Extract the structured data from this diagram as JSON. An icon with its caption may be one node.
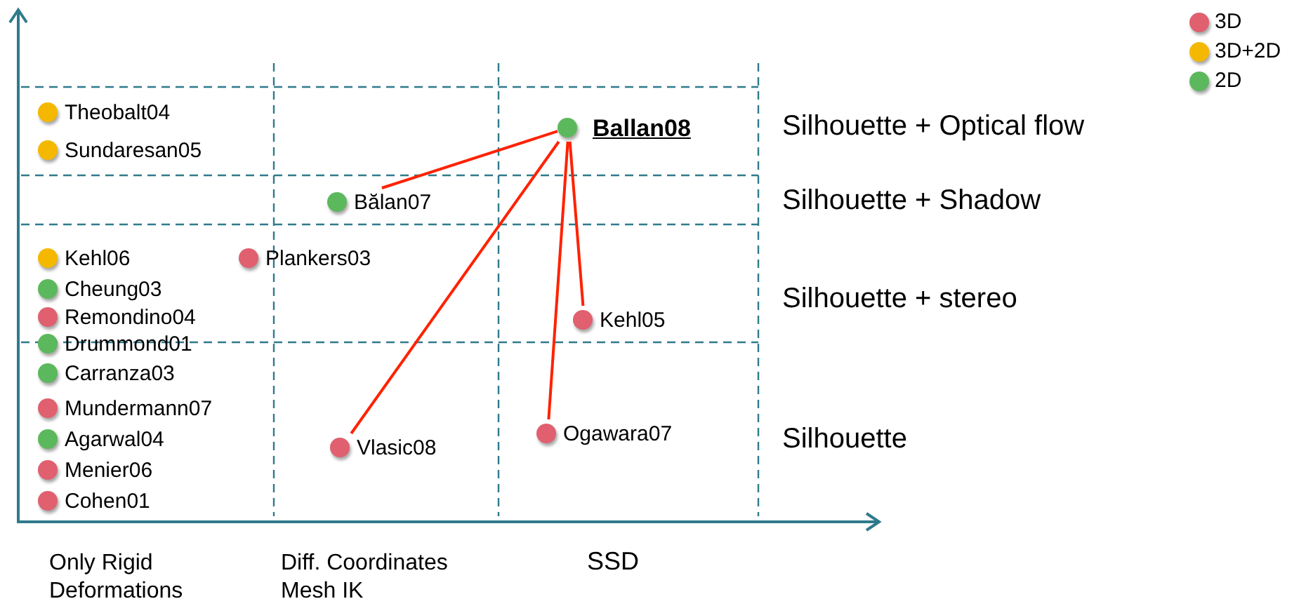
{
  "diagram": {
    "nodes": [
      {
        "text": [
          "Theobalt04"
        ]
      },
      {
        "text": [
          "Sundaresan05"
        ]
      },
      {
        "text": [
          "Ballan08"
        ]
      },
      {
        "text": [
          "Bălan07"
        ]
      },
      {
        "text": [
          "Kehl06"
        ]
      },
      {
        "text": [
          "Plankers03"
        ]
      },
      {
        "text": [
          "Cheung03"
        ]
      },
      {
        "text": [
          "Remondino04"
        ]
      },
      {
        "text": [
          "Kehl05"
        ]
      },
      {
        "text": [
          "Drummond01"
        ]
      },
      {
        "text": [
          "Carranza03"
        ]
      },
      {
        "text": [
          "Mundermann07"
        ]
      },
      {
        "text": [
          "Ogawara07"
        ]
      },
      {
        "text": [
          "Agarwal04"
        ]
      },
      {
        "text": [
          "Vlasic08"
        ]
      },
      {
        "text": [
          "Menier06"
        ]
      },
      {
        "text": [
          "Cohen01"
        ]
      }
    ],
    "edges": [
      {
        "from": 2,
        "to": 3,
        "arrow": "none"
      },
      {
        "from": 2,
        "to": 14,
        "arrow": "none"
      },
      {
        "from": 2,
        "to": 12,
        "arrow": "none"
      },
      {
        "from": 2,
        "to": 8,
        "arrow": "none"
      }
    ],
    "labels": [
      "Silhouette + Optical flow",
      "Silhouette + Shadow",
      "Silhouette + stereo",
      "Silhouette",
      "Only Rigid Deformations",
      "Diff. Coordinates Mesh IK",
      "SSD"
    ],
    "legend": [
      {
        "text": "3D",
        "color": "#e0606f"
      },
      {
        "text": "3D+2D",
        "color": "#f5b800"
      },
      {
        "text": "2D",
        "color": "#5cb85c"
      }
    ]
  }
}
